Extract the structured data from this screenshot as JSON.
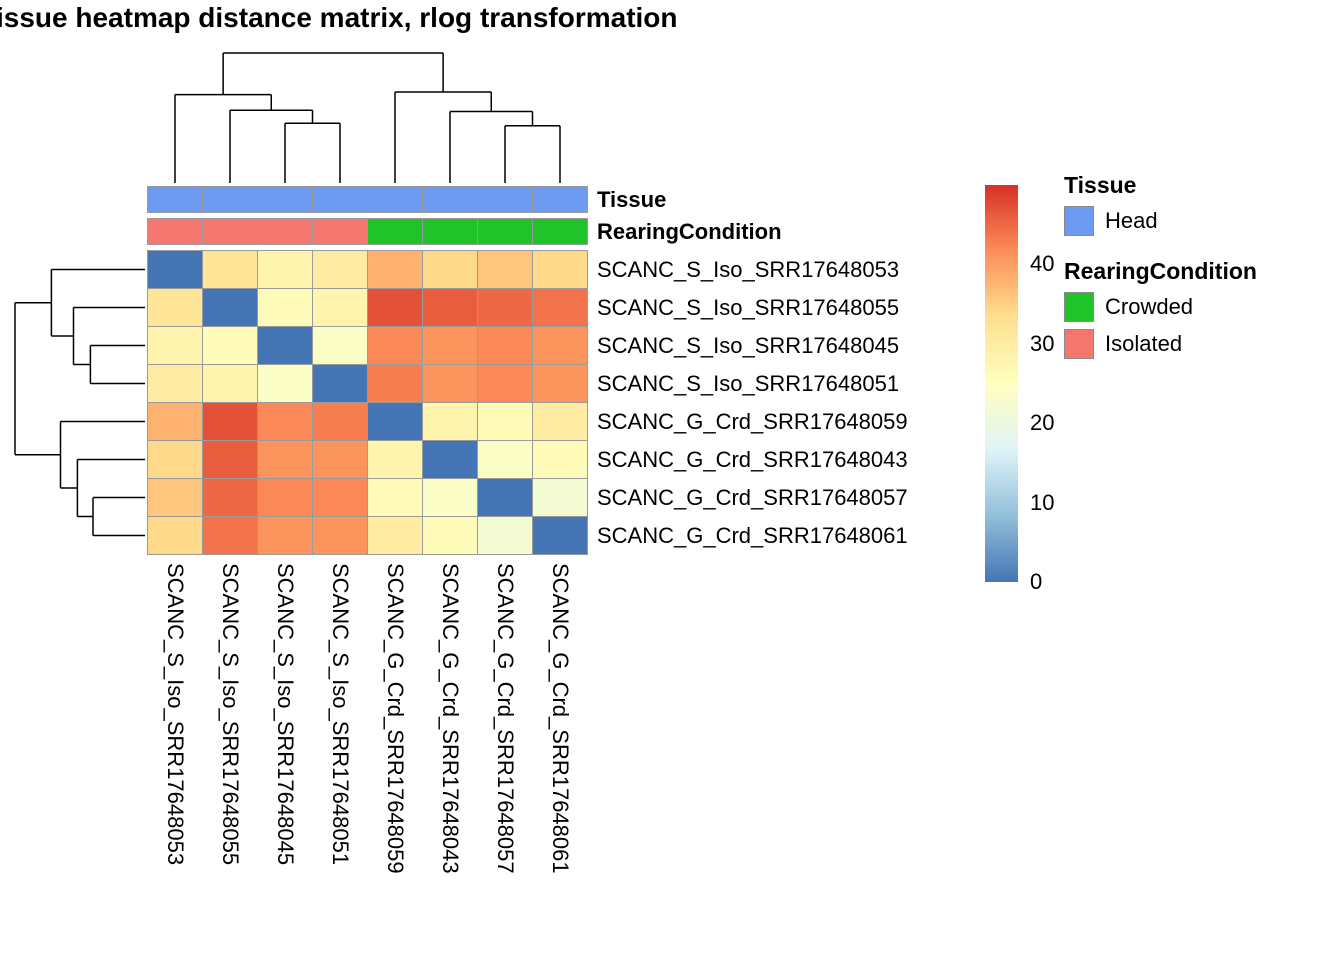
{
  "title": "issue heatmap distance matrix, rlog transformation",
  "annotations": {
    "tissue_label": "Tissue",
    "rearing_label": "RearingCondition",
    "tissue_values": [
      "Head",
      "Head",
      "Head",
      "Head",
      "Head",
      "Head",
      "Head",
      "Head"
    ],
    "rearing_values": [
      "Isolated",
      "Isolated",
      "Isolated",
      "Isolated",
      "Crowded",
      "Crowded",
      "Crowded",
      "Crowded"
    ],
    "colors": {
      "Head": "#6D9BF2",
      "Isolated": "#F4786F",
      "Crowded": "#21C32B"
    }
  },
  "legend": {
    "ticks": [
      0,
      10,
      20,
      30,
      40
    ],
    "tissue_title": "Tissue",
    "tissue_items": [
      {
        "label": "Head",
        "color": "#6D9BF2"
      }
    ],
    "rearing_title": "RearingCondition",
    "rearing_items": [
      {
        "label": "Crowded",
        "color": "#21C32B"
      },
      {
        "label": "Isolated",
        "color": "#F4786F"
      }
    ]
  },
  "chart_data": {
    "type": "heatmap",
    "title": "issue heatmap distance matrix, rlog transformation",
    "xlabel": "",
    "ylabel": "",
    "row_labels": [
      "SCANC_S_Iso_SRR17648053",
      "SCANC_S_Iso_SRR17648055",
      "SCANC_S_Iso_SRR17648045",
      "SCANC_S_Iso_SRR17648051",
      "SCANC_G_Crd_SRR17648059",
      "SCANC_G_Crd_SRR17648043",
      "SCANC_G_Crd_SRR17648057",
      "SCANC_G_Crd_SRR17648061"
    ],
    "col_labels": [
      "SCANC_S_Iso_SRR17648053",
      "SCANC_S_Iso_SRR17648055",
      "SCANC_S_Iso_SRR17648045",
      "SCANC_S_Iso_SRR17648051",
      "SCANC_G_Crd_SRR17648059",
      "SCANC_G_Crd_SRR17648043",
      "SCANC_G_Crd_SRR17648057",
      "SCANC_G_Crd_SRR17648061"
    ],
    "matrix": [
      [
        0,
        32,
        28,
        30,
        38,
        34,
        36,
        34
      ],
      [
        32,
        0,
        26,
        28,
        47,
        46,
        45,
        44
      ],
      [
        28,
        26,
        0,
        24,
        42,
        41,
        42,
        41
      ],
      [
        30,
        28,
        24,
        0,
        43,
        41,
        42,
        41
      ],
      [
        38,
        47,
        42,
        43,
        0,
        28,
        26,
        30
      ],
      [
        34,
        46,
        41,
        41,
        28,
        0,
        24,
        26
      ],
      [
        36,
        45,
        42,
        42,
        26,
        24,
        0,
        22
      ],
      [
        34,
        44,
        41,
        41,
        30,
        26,
        22,
        0
      ]
    ],
    "color_scale": {
      "min": 0,
      "max": 50,
      "stops": [
        "#4575B4",
        "#91BFDB",
        "#E0F3F8",
        "#FFFFBF",
        "#FEE090",
        "#FC8D59",
        "#D73027"
      ]
    },
    "col_dendrogram": {
      "height": 1.0,
      "children": [
        {
          "height": 0.68,
          "children": [
            {
              "leaf": 0
            },
            {
              "height": 0.56,
              "children": [
                {
                  "leaf": 1
                },
                {
                  "height": 0.46,
                  "children": [
                    {
                      "leaf": 2
                    },
                    {
                      "leaf": 3
                    }
                  ]
                }
              ]
            }
          ]
        },
        {
          "height": 0.7,
          "children": [
            {
              "leaf": 4
            },
            {
              "height": 0.55,
              "children": [
                {
                  "leaf": 5
                },
                {
                  "height": 0.44,
                  "children": [
                    {
                      "leaf": 6
                    },
                    {
                      "leaf": 7
                    }
                  ]
                }
              ]
            }
          ]
        }
      ]
    },
    "row_dendrogram": {
      "height": 1.0,
      "children": [
        {
          "height": 0.72,
          "children": [
            {
              "leaf": 0
            },
            {
              "height": 0.55,
              "children": [
                {
                  "leaf": 1
                },
                {
                  "height": 0.42,
                  "children": [
                    {
                      "leaf": 2
                    },
                    {
                      "leaf": 3
                    }
                  ]
                }
              ]
            }
          ]
        },
        {
          "height": 0.65,
          "children": [
            {
              "leaf": 4
            },
            {
              "height": 0.52,
              "children": [
                {
                  "leaf": 5
                },
                {
                  "height": 0.4,
                  "children": [
                    {
                      "leaf": 6
                    },
                    {
                      "leaf": 7
                    }
                  ]
                }
              ]
            }
          ]
        }
      ]
    }
  }
}
